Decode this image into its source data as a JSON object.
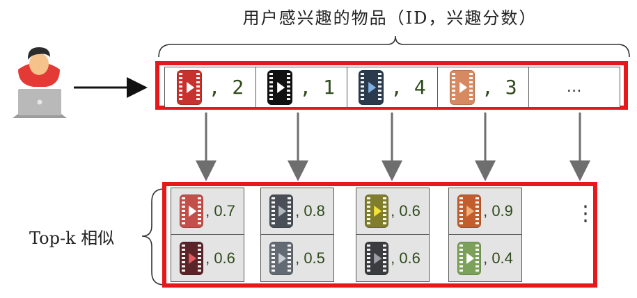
{
  "title": "用户感兴趣的物品（ID，兴趣分数）",
  "side_label": "Top-k 相似",
  "top_items": [
    {
      "color": "#c8322e",
      "score": "2"
    },
    {
      "color": "#111111",
      "score": "1"
    },
    {
      "color": "#2b3b4d",
      "score": "4"
    },
    {
      "color": "#d78a62",
      "score": "3"
    }
  ],
  "top_more": "…",
  "similar_columns": [
    [
      {
        "color": "#c24f4a",
        "sim": ", 0.7"
      },
      {
        "color": "#5a2428",
        "sim": ", 0.6"
      }
    ],
    [
      {
        "color": "#4a4f57",
        "sim": ", 0.8"
      },
      {
        "color": "#646a74",
        "sim": ", 0.5"
      }
    ],
    [
      {
        "color": "#807d2c",
        "sim": ", 0.6"
      },
      {
        "color": "#3a3c40",
        "sim": ", 0.6"
      }
    ],
    [
      {
        "color": "#c25e2e",
        "sim": ", 0.9"
      },
      {
        "color": "#7ba15a",
        "sim": ", 0.4"
      }
    ]
  ],
  "vertical_more": "⋮",
  "colors": {
    "frame": "#e5181b",
    "arrow": "#6e6e6e",
    "score_text": "#2e4a1a"
  }
}
